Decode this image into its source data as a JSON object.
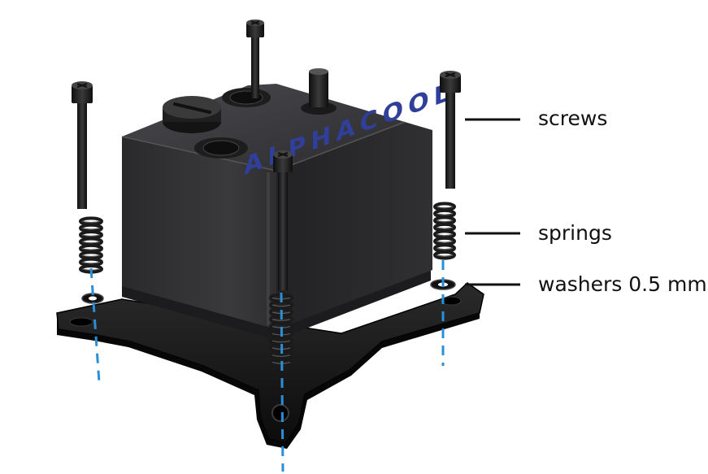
{
  "labels": {
    "screws": "screws",
    "springs": "springs",
    "washers": "washers 0.5 mm"
  },
  "logo_text": "ALPHACOOL",
  "colors": {
    "background": "#ffffff",
    "block": "#2d2d2f",
    "plate": "#161616",
    "hardware": "#1b1b1b",
    "guide_line": "#2a8fd6",
    "logo": "#2f3f9a",
    "leader": "#111111"
  }
}
